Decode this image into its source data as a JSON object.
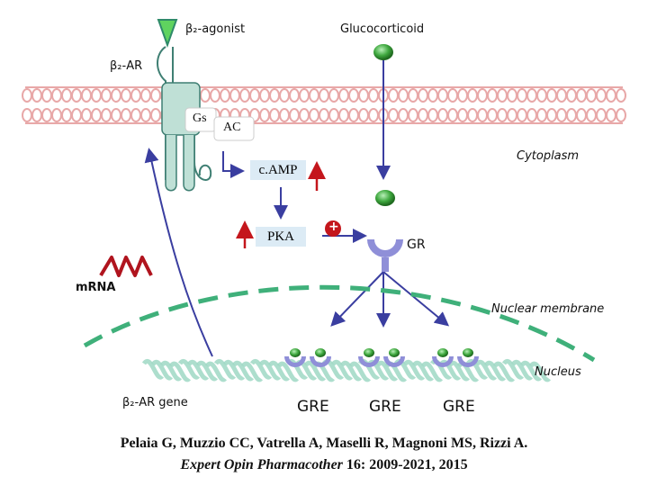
{
  "labels": {
    "b2_agonist": "β₂-agonist",
    "glucocorticoid": "Glucocorticoid",
    "b2_ar": "β₂-AR",
    "gs": "Gs",
    "ac": "AC",
    "cytoplasm": "Cytoplasm",
    "camp": "c.AMP",
    "pka": "PKA",
    "plus": "+",
    "gr": "GR",
    "mrna": "mRNA",
    "nuclear_membrane": "Nuclear membrane",
    "nucleus": "Nucleus",
    "b2_ar_gene": "β₂-AR gene",
    "gre": [
      "GRE",
      "GRE",
      "GRE"
    ]
  },
  "citation": {
    "line1": "Pelaia G, Muzzio CC, Vatrella A, Maselli R, Magnoni MS, Rizzi A.",
    "journal": "Expert Opin Pharmacother",
    "details": " 16: 2009-2021, 2015"
  },
  "colors": {
    "membrane": "#e8a8a8",
    "receptor": "#bfe0d6",
    "receptor_stroke": "#3f7f73",
    "agonist": "#5fd35f",
    "ligand": "#3fa83f",
    "arrow": "#3a3ea0",
    "up_arrow": "#c4161c",
    "gr_receptor": "#8f8fd8",
    "nuclear_dash": "#3fb07a",
    "dna": "#9fd8c4",
    "mrna": "#b0141e",
    "box_fill": "#dcebf5"
  }
}
